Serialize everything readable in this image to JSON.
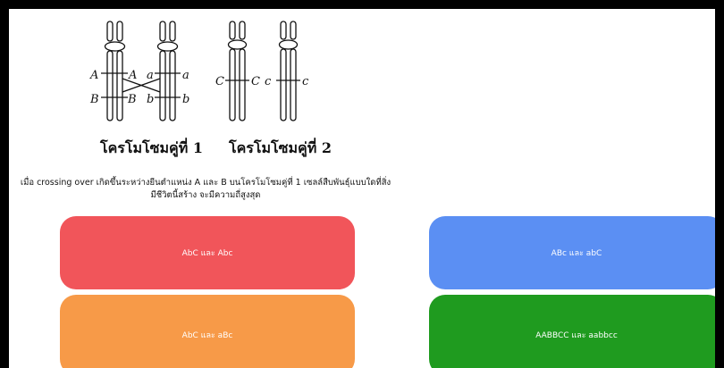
{
  "figure": {
    "pair1_caption": "โครโมโซมคู่ที่ 1",
    "pair2_caption": "โครโมโซมคู่ที่ 2",
    "labels": {
      "left_A": "A",
      "left_B": "B",
      "inner_A": "A",
      "inner_B": "B",
      "inner_a": "a",
      "inner_b": "b",
      "right_a": "a",
      "right_b": "b",
      "pair2_C1": "C",
      "pair2_C2": "C",
      "pair2_c1": "c",
      "pair2_c2": "c"
    }
  },
  "question": {
    "line1": "เมื่อ crossing over เกิดขึ้นระหว่างยีนตำแหน่ง A และ B บนโครโมโซมคู่ที่ 1 เซลล์สืบพันธุ์แบบใดที่สิ่ง",
    "line2": "มีชีวิตนี้สร้าง จะมีความถี่สูงสุด"
  },
  "answers": [
    {
      "label": "AbC และ Abc",
      "color": "#f1555a"
    },
    {
      "label": "ABc และ abC",
      "color": "#5b8ff3"
    },
    {
      "label": "AbC และ aBc",
      "color": "#f79a48"
    },
    {
      "label": "AABBCC และ aabbcc",
      "color": "#1f9b1f"
    }
  ]
}
